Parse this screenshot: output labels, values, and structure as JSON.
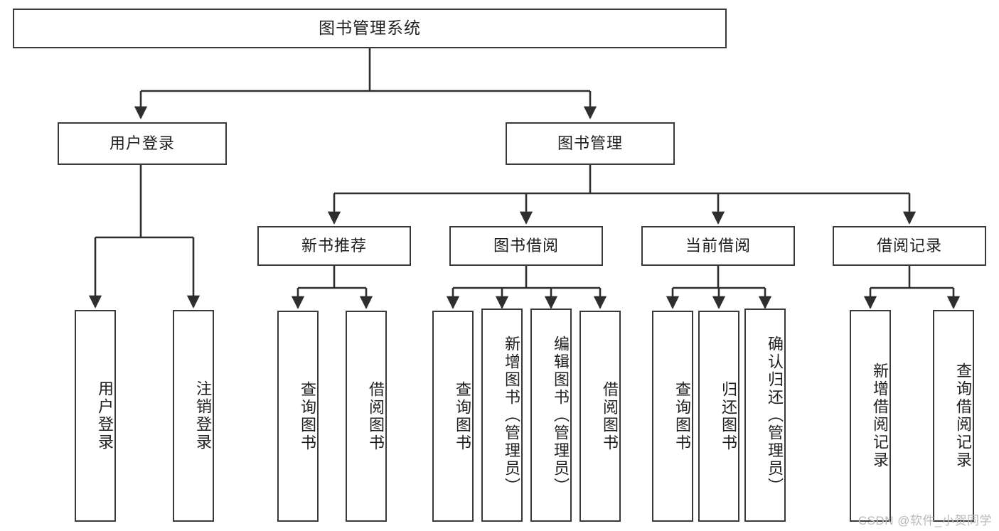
{
  "diagram": {
    "title": "图书管理系统",
    "type": "tree",
    "watermark": "CSDN @软件_小贺同学",
    "colors": {
      "node_border": "#3a3a3a",
      "node_fill": "#ffffff",
      "connector": "#2e2e2e",
      "text": "#1f1f1f",
      "watermark": "#b9b9b9"
    },
    "nodes": {
      "root": {
        "label": "图书管理系统",
        "level": 0
      },
      "level1": [
        {
          "id": "user-login",
          "label": "用户登录"
        },
        {
          "id": "book-manage",
          "label": "图书管理"
        }
      ],
      "level2": [
        {
          "id": "new-book-rec",
          "label": "新书推荐",
          "parent": "book-manage"
        },
        {
          "id": "book-borrow",
          "label": "图书借阅",
          "parent": "book-manage"
        },
        {
          "id": "current-borrow",
          "label": "当前借阅",
          "parent": "book-manage"
        },
        {
          "id": "borrow-record",
          "label": "借阅记录",
          "parent": "book-manage"
        }
      ],
      "leaves": [
        {
          "id": "leaf-user-login",
          "label": "用户登录",
          "parent": "user-login"
        },
        {
          "id": "leaf-logout",
          "label": "注销登录",
          "parent": "user-login"
        },
        {
          "id": "leaf-query-book-1",
          "label": "查询图书",
          "parent": "new-book-rec"
        },
        {
          "id": "leaf-borrow-book-1",
          "label": "借阅图书",
          "parent": "new-book-rec"
        },
        {
          "id": "leaf-query-book-2",
          "label": "查询图书",
          "parent": "book-borrow"
        },
        {
          "id": "leaf-add-book",
          "label": "新增图书（管理员）",
          "parent": "book-borrow"
        },
        {
          "id": "leaf-edit-book",
          "label": "编辑图书（管理员）",
          "parent": "book-borrow"
        },
        {
          "id": "leaf-borrow-book-2",
          "label": "借阅图书",
          "parent": "book-borrow"
        },
        {
          "id": "leaf-query-book-3",
          "label": "查询图书",
          "parent": "current-borrow"
        },
        {
          "id": "leaf-return-book",
          "label": "归还图书",
          "parent": "current-borrow"
        },
        {
          "id": "leaf-confirm-return",
          "label": "确认归还（管理员）",
          "parent": "current-borrow"
        },
        {
          "id": "leaf-add-record",
          "label": "新增借阅记录",
          "parent": "borrow-record"
        },
        {
          "id": "leaf-query-record",
          "label": "查询借阅记录",
          "parent": "borrow-record"
        }
      ]
    }
  }
}
